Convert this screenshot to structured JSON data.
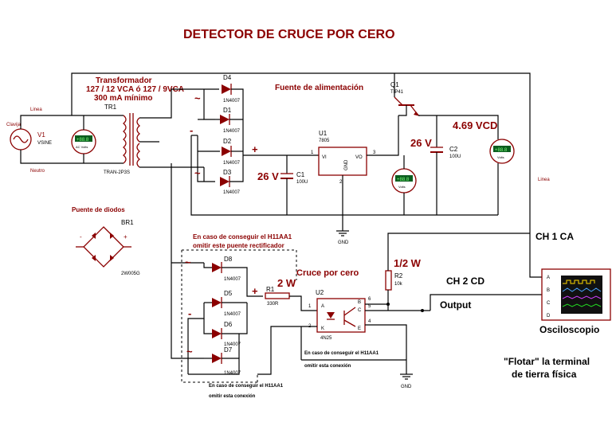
{
  "title": "DETECTOR DE CRUCE POR CERO",
  "transformer": {
    "heading": "Transformador",
    "rating1": "127 / 12 VCA ó 127 / 9VCA",
    "rating2": "300 mA mínimo",
    "ref": "TR1",
    "part": "TRAN-2P3S"
  },
  "source": {
    "ref": "V1",
    "part": "VSINE",
    "plug": "Clavija",
    "line": "Linea",
    "neutral": "Neutro"
  },
  "ac_meter": {
    "display": "+88.8",
    "unit": "AC Volts"
  },
  "supply_heading": "Fuente de alimentación",
  "diodes": [
    {
      "ref": "D4",
      "part": "1N4007"
    },
    {
      "ref": "D1",
      "part": "1N4007"
    },
    {
      "ref": "D2",
      "part": "1N4007"
    },
    {
      "ref": "D3",
      "part": "1N4007"
    },
    {
      "ref": "D8",
      "part": "1N4007"
    },
    {
      "ref": "D5",
      "part": "1N4007"
    },
    {
      "ref": "D6",
      "part": "1N4007"
    },
    {
      "ref": "D7",
      "part": "1N4007"
    }
  ],
  "q1": {
    "ref": "Q1",
    "part": "TIP41"
  },
  "u1": {
    "ref": "U1",
    "part": "7805",
    "vi": "VI",
    "vo": "VO",
    "gnd": "GND",
    "p1": "1",
    "p2": "2",
    "p3": "3"
  },
  "c1": {
    "ref": "C1",
    "value": "100U",
    "voltage": "26 V"
  },
  "c2": {
    "ref": "C2",
    "value": "100U",
    "voltage": "26 V"
  },
  "vcd_label": "4.69 VCD",
  "dc_meter1": {
    "display": "+88.8",
    "unit": "Volts"
  },
  "dc_meter2": {
    "display": "+88.8",
    "unit": "Volts"
  },
  "gnd_label": "GND",
  "bridge": {
    "heading": "Puente de diodos",
    "ref": "BR1",
    "part": "2W005G"
  },
  "note_bridge1": "En caso de conseguir el H11AA1",
  "note_bridge2": "omitir este puente rectificador",
  "zero_cross": "Cruce por cero",
  "r1": {
    "ref": "R1",
    "value": "330R",
    "power": "2 W"
  },
  "r2": {
    "ref": "R2",
    "value": "10k",
    "power": "1/2 W"
  },
  "u2": {
    "ref": "U2",
    "part": "4N25",
    "pins": [
      "1",
      "2",
      "4",
      "5",
      "6"
    ],
    "a": "A",
    "k": "K",
    "c": "C",
    "b": "B",
    "e": "E"
  },
  "note_conn1": "En caso de conseguir el H11AA1",
  "note_conn2": "omitir esta conexión",
  "note_conn3": "En caso de conseguir el H11AA1",
  "note_conn4": "omitir esta conexión",
  "output": "Output",
  "ch1": "CH 1 CA",
  "ch2": "CH 2 CD",
  "scope": {
    "name": "Osciloscopio",
    "channels": [
      "A",
      "B",
      "C",
      "D"
    ]
  },
  "float_note1": "\"Flotar\" la terminal",
  "float_note2": "de tierra física",
  "linea_right": "Linea",
  "signs": {
    "plus": "+",
    "minus": "-",
    "tilde": "~"
  }
}
